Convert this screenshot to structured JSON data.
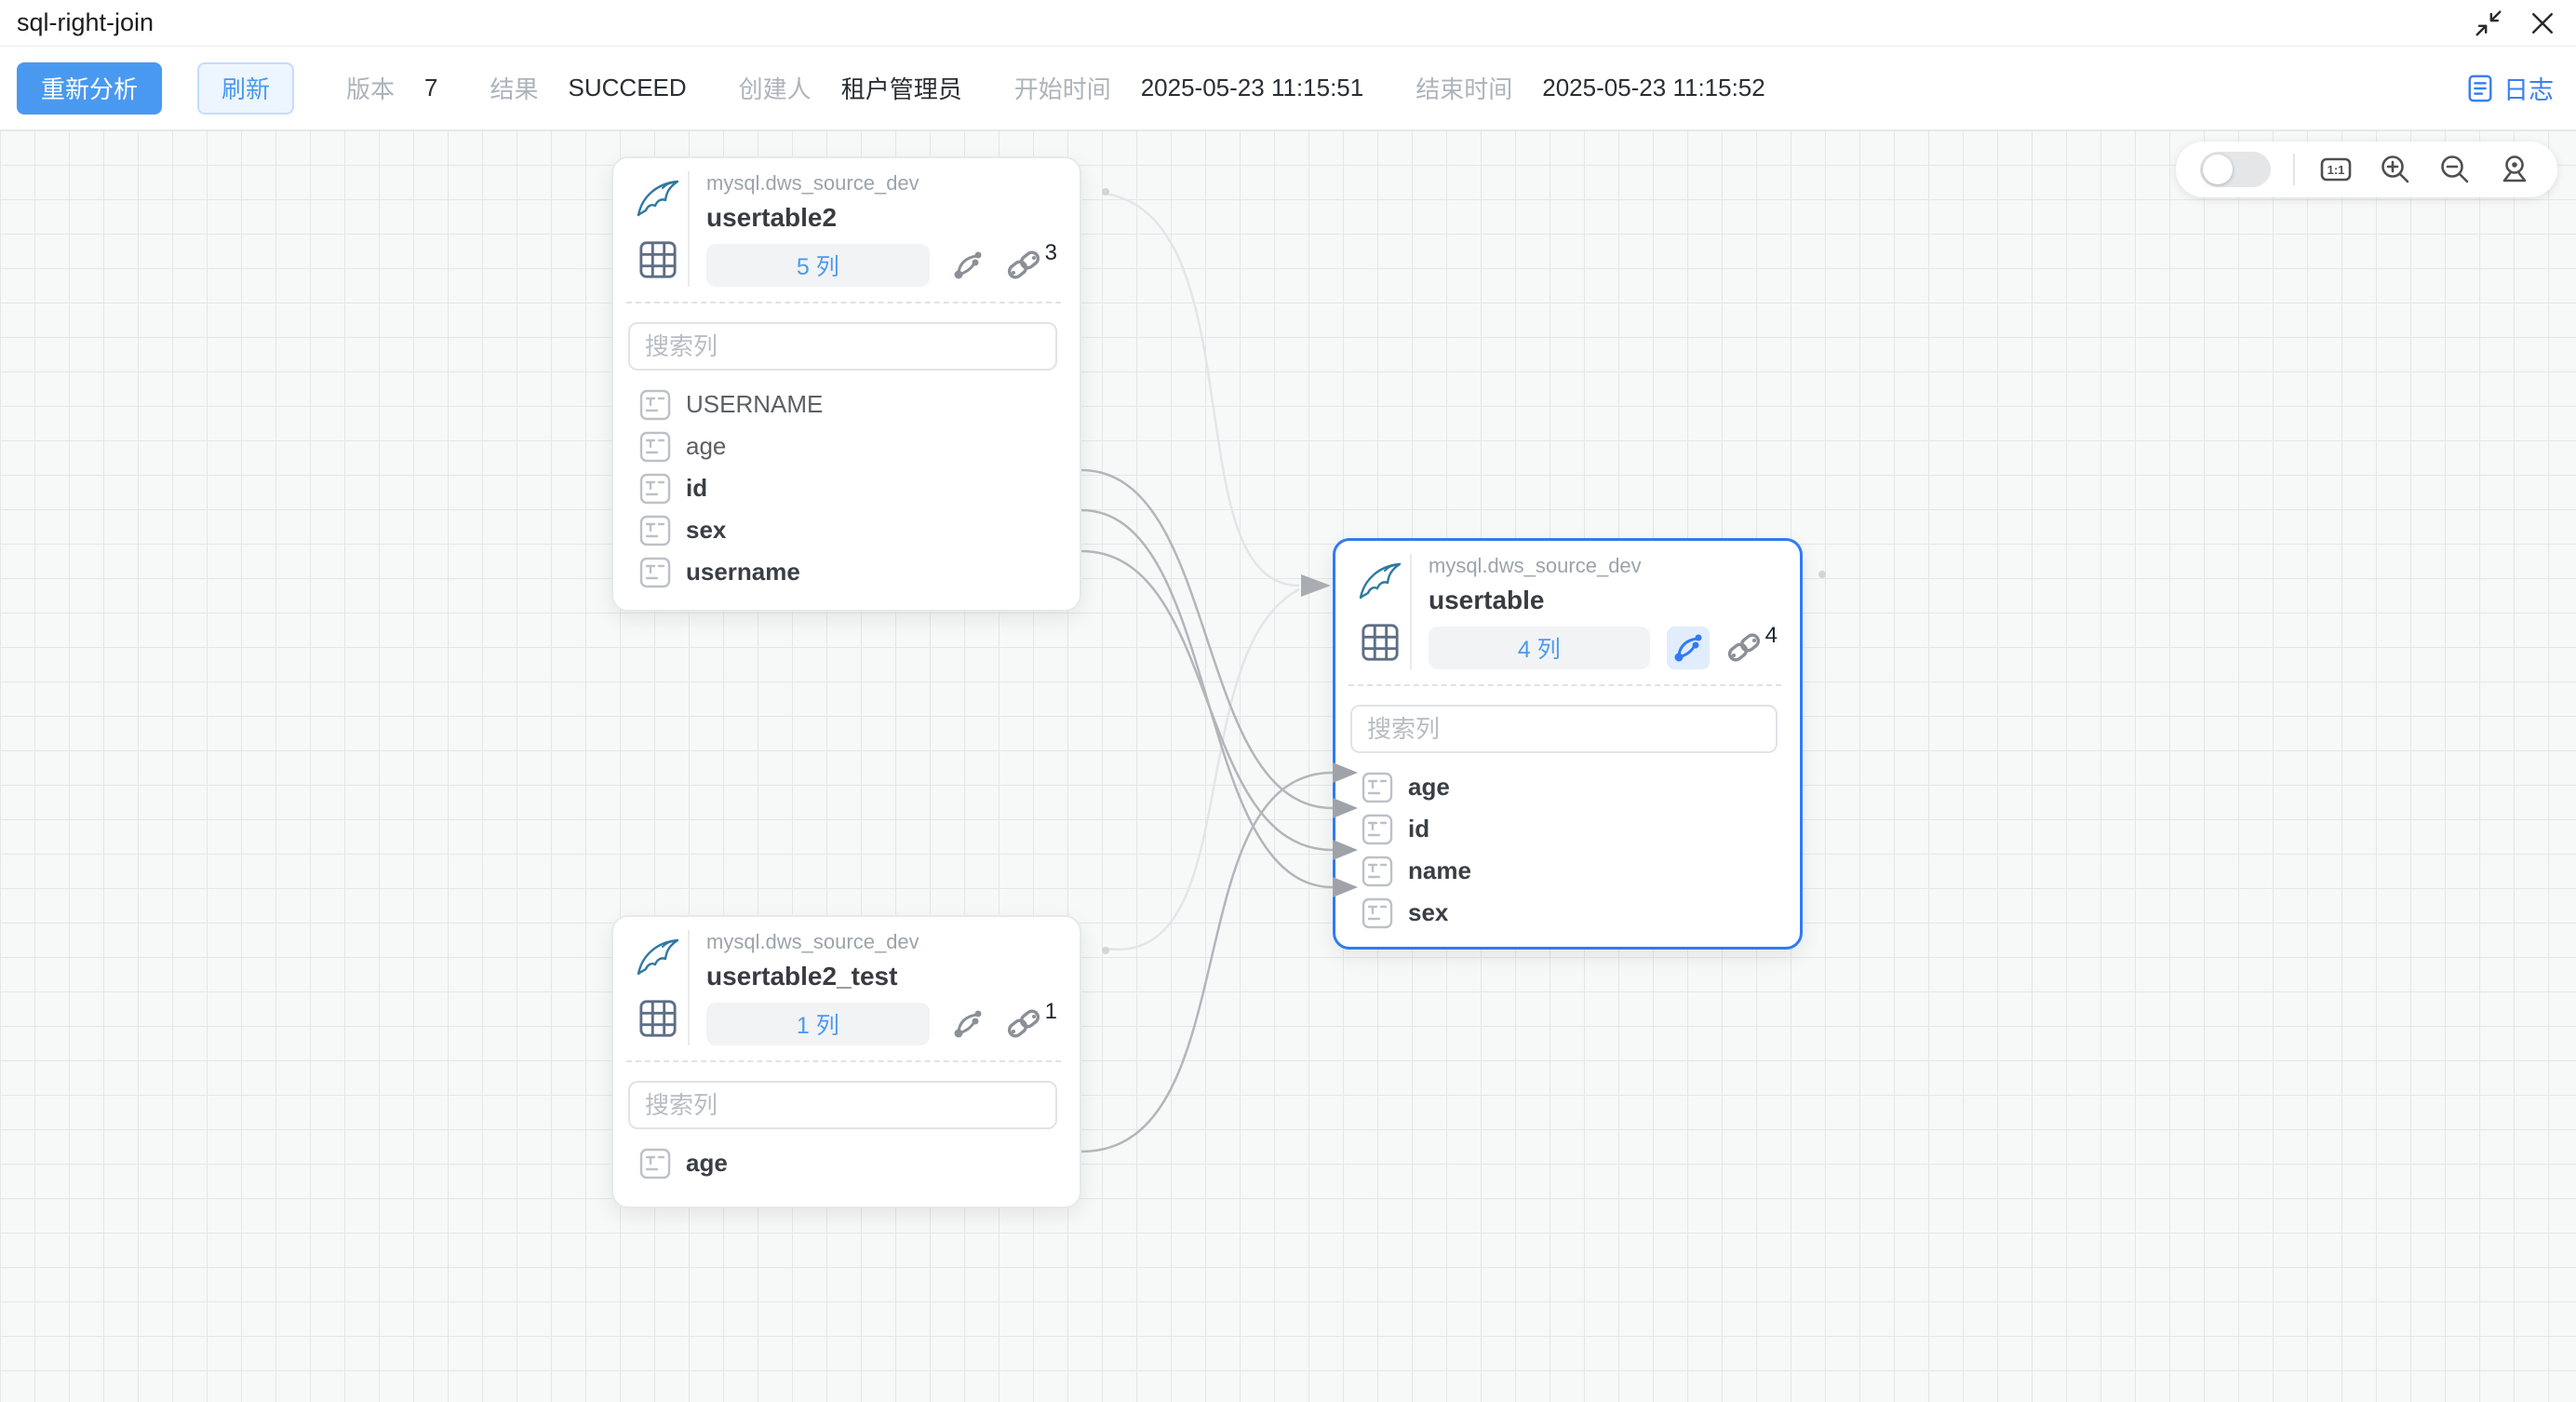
{
  "window": {
    "title": "sql-right-join"
  },
  "toolbar": {
    "reanalyze_label": "重新分析",
    "refresh_label": "刷新",
    "meta": [
      {
        "label": "版本",
        "value": "7"
      },
      {
        "label": "结果",
        "value": "SUCCEED"
      },
      {
        "label": "创建人",
        "value": "租户管理员"
      },
      {
        "label": "开始时间",
        "value": "2025-05-23 11:15:51"
      },
      {
        "label": "结束时间",
        "value": "2025-05-23 11:15:52"
      }
    ],
    "logs_label": "日志"
  },
  "canvas_toolbar": {
    "toggle_on": false,
    "actual_size_label": "1:1",
    "icons": [
      "actual-size",
      "zoom-in",
      "zoom-out",
      "fit-view"
    ]
  },
  "nodes": [
    {
      "datasource": "mysql.dws_source_dev",
      "title": "usertable2",
      "column_count_label": "5 列",
      "link_count": "3",
      "search_placeholder": "搜索列",
      "branch_active": false,
      "columns": [
        {
          "name": "USERNAME",
          "linked": false
        },
        {
          "name": "age",
          "linked": false
        },
        {
          "name": "id",
          "linked": true
        },
        {
          "name": "sex",
          "linked": true
        },
        {
          "name": "username",
          "linked": true
        }
      ]
    },
    {
      "datasource": "mysql.dws_source_dev",
      "title": "usertable",
      "column_count_label": "4 列",
      "link_count": "4",
      "search_placeholder": "搜索列",
      "branch_active": true,
      "selected": true,
      "columns": [
        {
          "name": "age",
          "linked": true
        },
        {
          "name": "id",
          "linked": true
        },
        {
          "name": "name",
          "linked": true
        },
        {
          "name": "sex",
          "linked": true
        }
      ]
    },
    {
      "datasource": "mysql.dws_source_dev",
      "title": "usertable2_test",
      "column_count_label": "1 列",
      "link_count": "1",
      "search_placeholder": "搜索列",
      "branch_active": false,
      "columns": [
        {
          "name": "age",
          "linked": true
        }
      ]
    }
  ],
  "edges": [
    {
      "from": "usertable2.id",
      "to": "usertable.id"
    },
    {
      "from": "usertable2.sex",
      "to": "usertable.sex"
    },
    {
      "from": "usertable2.username",
      "to": "usertable.name"
    },
    {
      "from": "usertable2_test.age",
      "to": "usertable.age"
    }
  ],
  "node_edges": [
    {
      "from": "usertable2",
      "to": "usertable"
    },
    {
      "from": "usertable2_test",
      "to": "usertable"
    }
  ],
  "colors": {
    "primary_blue": "#4a99f0",
    "selected_border": "#2f7bf4",
    "edge_gray": "#b3b5ba",
    "edge_faint": "#e4e5e8",
    "grid_line": "#e3e7e7"
  }
}
